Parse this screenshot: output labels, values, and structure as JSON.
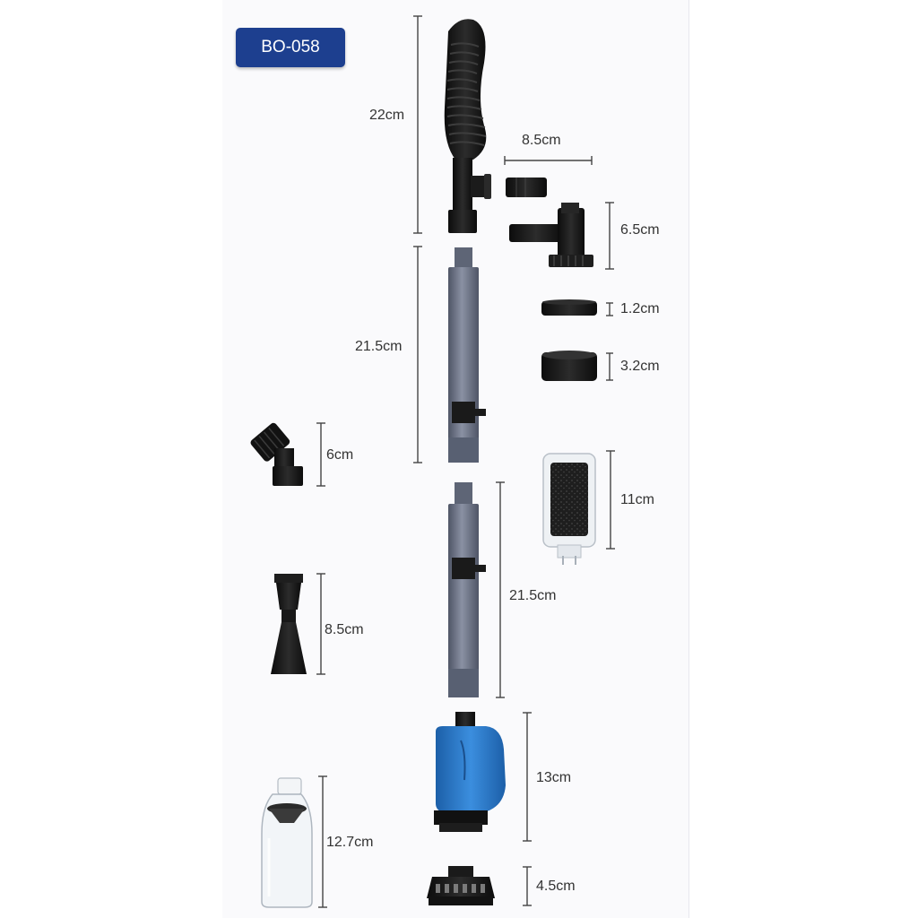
{
  "model": "BO-058",
  "dimensions": {
    "handle": "22cm",
    "elbow_width": "8.5cm",
    "valve_height": "6.5cm",
    "ring_thin": "1.2cm",
    "ring_thick": "3.2cm",
    "tube_upper": "21.5cm",
    "brush_nozzle": "6cm",
    "filter_cartridge": "11cm",
    "tube_lower": "21.5cm",
    "flat_nozzle": "8.5cm",
    "pump_body": "13cm",
    "gravel_cup": "12.7cm",
    "suction_base": "4.5cm"
  },
  "colors": {
    "part_black": "#161616",
    "tube_gray": "#6f7688",
    "pump_blue": "#2a78c9",
    "dimension_line": "#444444",
    "badge_blue": "#1d3f8f"
  }
}
